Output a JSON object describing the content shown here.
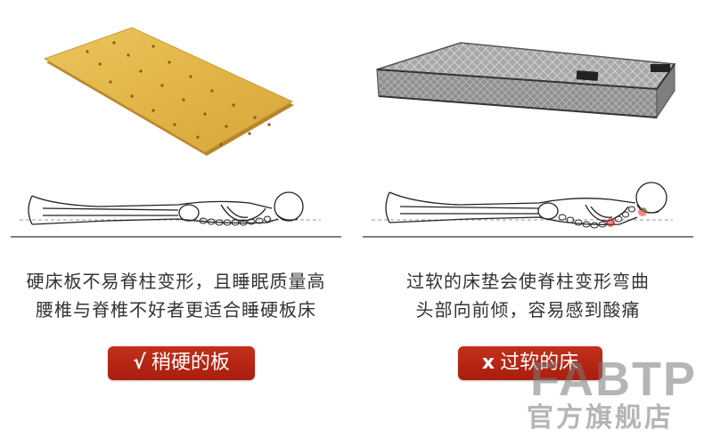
{
  "left": {
    "description_lines": [
      "硬床板不易脊柱变形，且睡眠质量高",
      "腰椎与脊椎不好者更适合睡硬板床"
    ],
    "tag_mark": "√",
    "tag_label": "稍硬的板"
  },
  "right": {
    "description_lines": [
      "过软的床垫会使脊柱变形弯曲",
      "头部向前倾，容易感到酸痛"
    ],
    "tag_mark": "x",
    "tag_label": "过软的床"
  },
  "watermark": {
    "brand": "FABTP",
    "sub": "官方旗舰店"
  },
  "colors": {
    "tag_red": "#b3230f",
    "board_wood": "#e4b94c",
    "mattress_grey": "#9a9a9a"
  }
}
